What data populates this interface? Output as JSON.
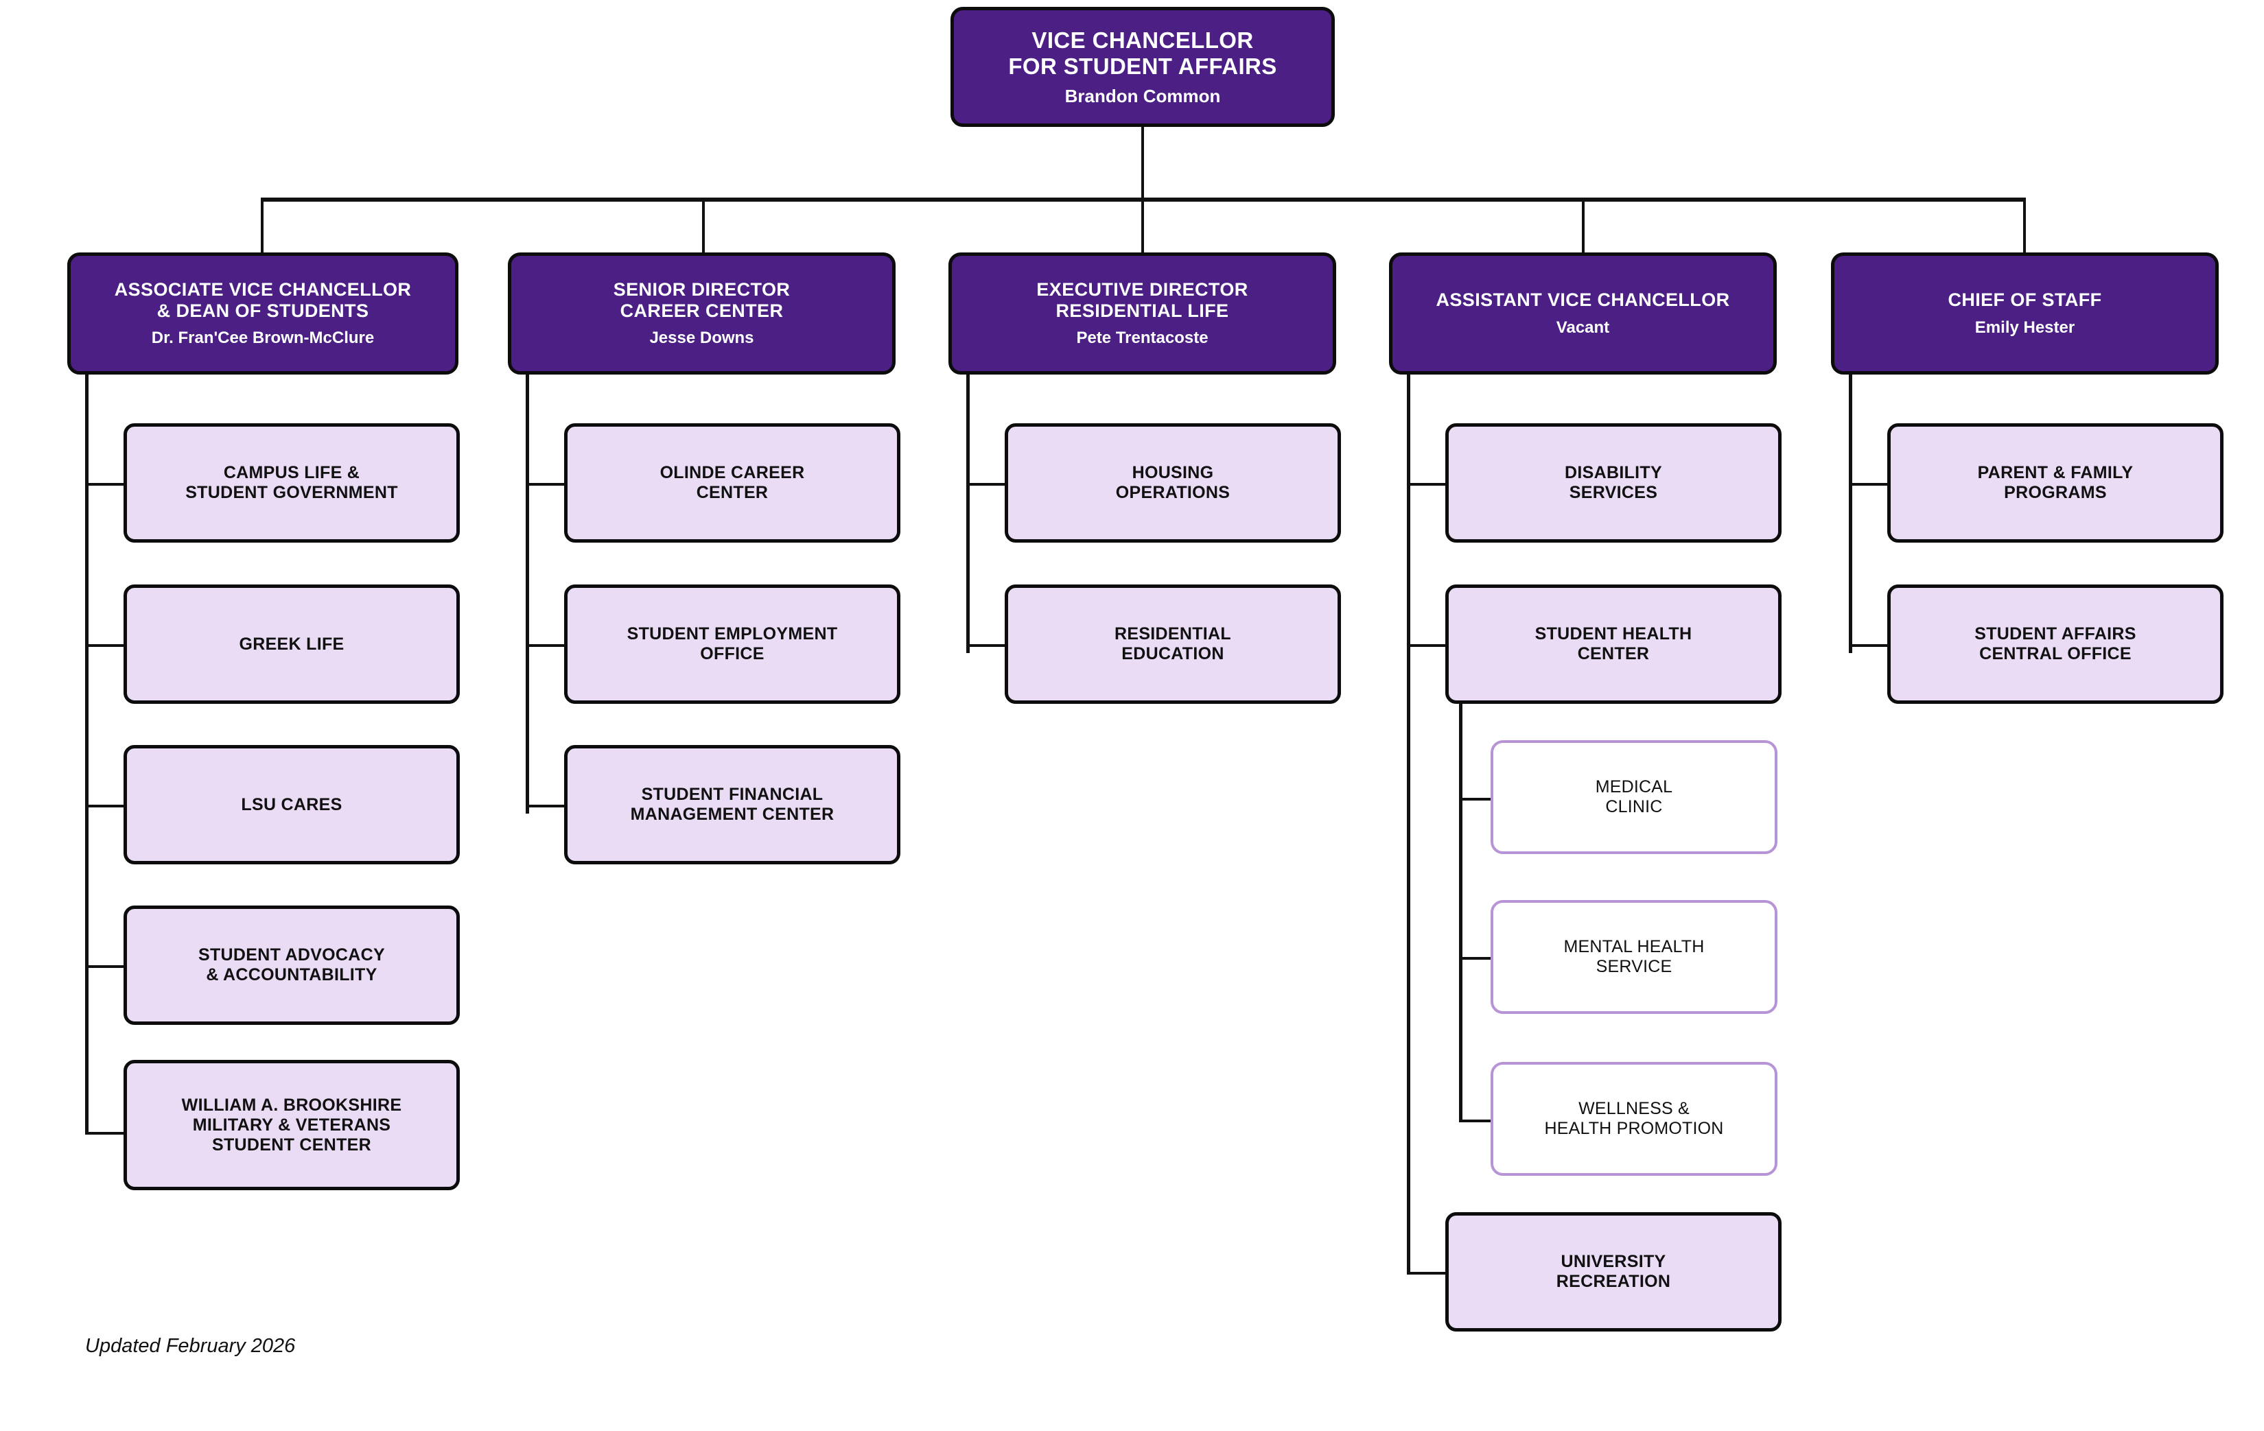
{
  "chart": {
    "kind": "organizational-chart",
    "colors": {
      "executive_fill": "#4b1f84",
      "executive_border": "#0c0c0c",
      "unit_fill": "#eadcf5",
      "unit_border": "#0c0c0c",
      "subunit_fill": "#ffffff",
      "subunit_border": "#b794d6",
      "connector": "#111111",
      "background": "#ffffff"
    },
    "footnote": "Updated February 2026"
  },
  "root": {
    "title": "VICE CHANCELLOR\nFOR STUDENT AFFAIRS",
    "title_line1": "VICE CHANCELLOR",
    "title_line2": "FOR STUDENT AFFAIRS",
    "person": "Brandon Common"
  },
  "divisions": [
    {
      "id": "avc-dean-of-students",
      "title_line1": "ASSOCIATE VICE CHANCELLOR",
      "title_line2": "& DEAN OF STUDENTS",
      "person": "Dr. Fran'Cee Brown-McClure",
      "units": [
        {
          "id": "campus-life-student-government",
          "line1": "CAMPUS LIFE &",
          "line2": "STUDENT GOVERNMENT",
          "line3": ""
        },
        {
          "id": "greek-life",
          "line1": "GREEK LIFE",
          "line2": "",
          "line3": ""
        },
        {
          "id": "lsu-cares",
          "line1": "LSU CARES",
          "line2": "",
          "line3": ""
        },
        {
          "id": "student-advocacy-accountability",
          "line1": "STUDENT ADVOCACY",
          "line2": "& ACCOUNTABILITY",
          "line3": ""
        },
        {
          "id": "brookshire-military-veterans-student-center",
          "line1": "WILLIAM A. BROOKSHIRE",
          "line2": "MILITARY & VETERANS",
          "line3": "STUDENT CENTER"
        }
      ]
    },
    {
      "id": "senior-director-career-center",
      "title_line1": "SENIOR DIRECTOR",
      "title_line2": "CAREER CENTER",
      "person": "Jesse Downs",
      "units": [
        {
          "id": "olinde-career-center",
          "line1": "OLINDE CAREER",
          "line2": "CENTER",
          "line3": ""
        },
        {
          "id": "student-employment-office",
          "line1": "STUDENT EMPLOYMENT",
          "line2": "OFFICE",
          "line3": ""
        },
        {
          "id": "student-financial-management-center",
          "line1": "STUDENT FINANCIAL",
          "line2": "MANAGEMENT CENTER",
          "line3": ""
        }
      ]
    },
    {
      "id": "executive-director-residential-life",
      "title_line1": "EXECUTIVE DIRECTOR",
      "title_line2": "RESIDENTIAL LIFE",
      "person": "Pete Trentacoste",
      "units": [
        {
          "id": "housing-operations",
          "line1": "HOUSING",
          "line2": "OPERATIONS",
          "line3": ""
        },
        {
          "id": "residential-education",
          "line1": "RESIDENTIAL",
          "line2": "EDUCATION",
          "line3": ""
        }
      ]
    },
    {
      "id": "assistant-vice-chancellor",
      "title_line1": "ASSISTANT VICE CHANCELLOR",
      "title_line2": "",
      "person": "Vacant",
      "units": [
        {
          "id": "disability-services",
          "line1": "DISABILITY",
          "line2": "SERVICES",
          "line3": ""
        },
        {
          "id": "student-health-center",
          "line1": "STUDENT HEALTH",
          "line2": "CENTER",
          "line3": ""
        },
        {
          "id": "university-recreation",
          "line1": "UNIVERSITY",
          "line2": "RECREATION",
          "line3": ""
        }
      ],
      "subunits": [
        {
          "id": "medical-clinic",
          "parent": "student-health-center",
          "line1": "MEDICAL",
          "line2": "CLINIC",
          "line3": ""
        },
        {
          "id": "mental-health-service",
          "parent": "student-health-center",
          "line1": "MENTAL HEALTH",
          "line2": "SERVICE",
          "line3": ""
        },
        {
          "id": "wellness-health-promotion",
          "parent": "student-health-center",
          "line1": "WELLNESS &",
          "line2": "HEALTH PROMOTION",
          "line3": ""
        }
      ]
    },
    {
      "id": "chief-of-staff",
      "title_line1": "CHIEF OF STAFF",
      "title_line2": "",
      "person": "Emily Hester",
      "units": [
        {
          "id": "parent-family-programs",
          "line1": "PARENT & FAMILY",
          "line2": "PROGRAMS",
          "line3": ""
        },
        {
          "id": "student-affairs-central-office",
          "line1": "STUDENT AFFAIRS",
          "line2": "CENTRAL OFFICE",
          "line3": ""
        }
      ]
    }
  ]
}
